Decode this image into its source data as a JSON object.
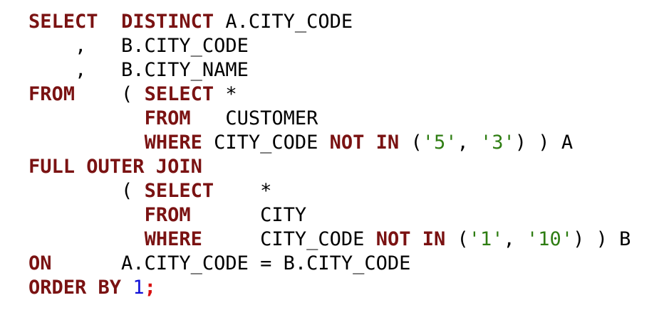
{
  "lines": [
    [
      {
        "t": "SELECT",
        "c": "kw"
      },
      {
        "t": "  ",
        "c": "id"
      },
      {
        "t": "DISTINCT",
        "c": "kw"
      },
      {
        "t": " A.CITY_CODE",
        "c": "id"
      }
    ],
    [
      {
        "t": "    ,   B.CITY_CODE",
        "c": "id"
      }
    ],
    [
      {
        "t": "    ,   B.CITY_NAME",
        "c": "id"
      }
    ],
    [
      {
        "t": "FROM",
        "c": "kw"
      },
      {
        "t": "    ( ",
        "c": "id"
      },
      {
        "t": "SELECT",
        "c": "kw"
      },
      {
        "t": " *",
        "c": "id"
      }
    ],
    [
      {
        "t": "          ",
        "c": "id"
      },
      {
        "t": "FROM",
        "c": "kw"
      },
      {
        "t": "   CUSTOMER",
        "c": "id"
      }
    ],
    [
      {
        "t": "          ",
        "c": "id"
      },
      {
        "t": "WHERE",
        "c": "kw"
      },
      {
        "t": " CITY_CODE ",
        "c": "id"
      },
      {
        "t": "NOT IN",
        "c": "kw"
      },
      {
        "t": " (",
        "c": "id"
      },
      {
        "t": "'5'",
        "c": "str"
      },
      {
        "t": ", ",
        "c": "id"
      },
      {
        "t": "'3'",
        "c": "str"
      },
      {
        "t": ") ) A",
        "c": "id"
      }
    ],
    [
      {
        "t": "FULL OUTER JOIN",
        "c": "kw"
      }
    ],
    [
      {
        "t": "        ( ",
        "c": "id"
      },
      {
        "t": "SELECT",
        "c": "kw"
      },
      {
        "t": "    *",
        "c": "id"
      }
    ],
    [
      {
        "t": "          ",
        "c": "id"
      },
      {
        "t": "FROM",
        "c": "kw"
      },
      {
        "t": "      CITY",
        "c": "id"
      }
    ],
    [
      {
        "t": "          ",
        "c": "id"
      },
      {
        "t": "WHERE",
        "c": "kw"
      },
      {
        "t": "     CITY_CODE ",
        "c": "id"
      },
      {
        "t": "NOT IN",
        "c": "kw"
      },
      {
        "t": " (",
        "c": "id"
      },
      {
        "t": "'1'",
        "c": "str"
      },
      {
        "t": ", ",
        "c": "id"
      },
      {
        "t": "'10'",
        "c": "str"
      },
      {
        "t": ") ) B",
        "c": "id"
      }
    ],
    [
      {
        "t": "ON",
        "c": "kw"
      },
      {
        "t": "      A.CITY_CODE = B.CITY_CODE",
        "c": "id"
      }
    ],
    [
      {
        "t": "ORDER BY",
        "c": "kw"
      },
      {
        "t": " ",
        "c": "id"
      },
      {
        "t": "1",
        "c": "num"
      },
      {
        "t": ";",
        "c": "semi"
      }
    ]
  ],
  "colors": {
    "keyword": "#7a1212",
    "string": "#2e7d12",
    "number": "#1010d8",
    "semicolon": "#d81010",
    "identifier": "#000000",
    "background": "#ffffff"
  }
}
